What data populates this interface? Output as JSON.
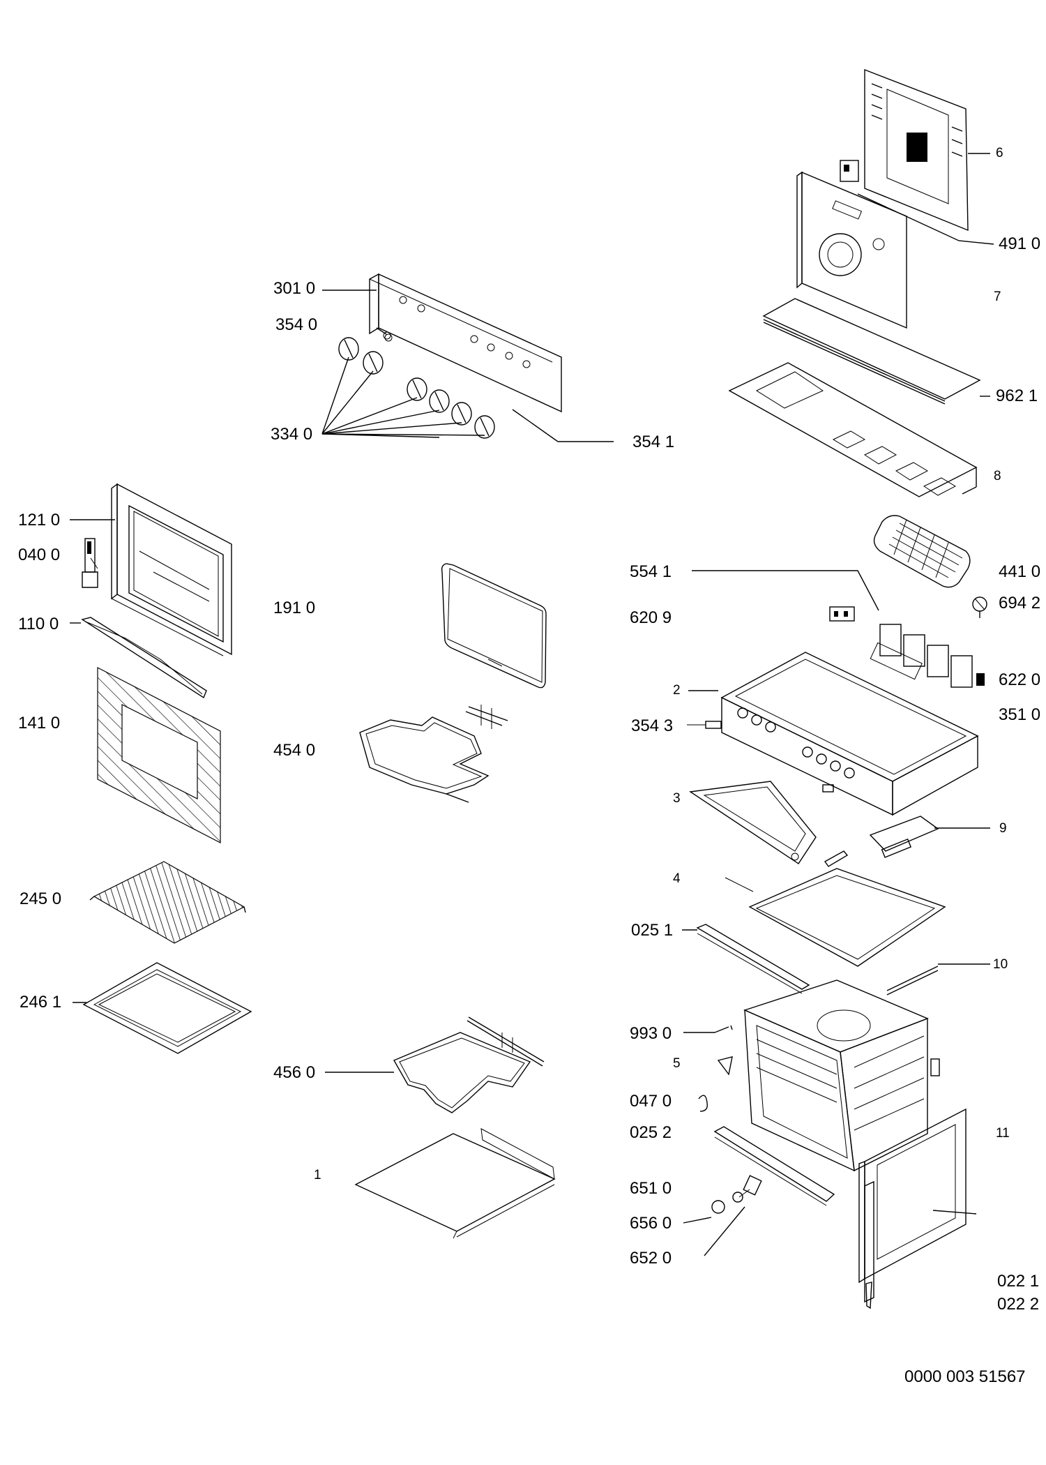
{
  "labels": {
    "p301_0": "301 0",
    "p354_0": "354 0",
    "p334_0": "334 0",
    "p354_1": "354 1",
    "p121_0": "121 0",
    "p040_0": "040 0",
    "p110_0": "110 0",
    "p141_0": "141 0",
    "p191_0": "191 0",
    "p454_0": "454 0",
    "p245_0": "245 0",
    "p246_1": "246 1",
    "p456_0": "456 0",
    "p1": "1",
    "p6": "6",
    "p491_0": "491 0",
    "p7": "7",
    "p962_1": "962 1",
    "p8": "8",
    "p441_0": "441 0",
    "p694_2": "694 2",
    "p554_1": "554 1",
    "p620_9": "620 9",
    "p622_0": "622 0",
    "p2": "2",
    "p351_0": "351 0",
    "p354_3": "354 3",
    "p3": "3",
    "p9": "9",
    "p4": "4",
    "p025_1": "025 1",
    "p10": "10",
    "p993_0": "993 0",
    "p5": "5",
    "p047_0": "047 0",
    "p025_2": "025 2",
    "p11": "11",
    "p651_0": "651 0",
    "p656_0": "656 0",
    "p652_0": "652 0",
    "p022_1": "022 1",
    "p022_2": "022 2"
  },
  "document_code": "0000 003 51567"
}
